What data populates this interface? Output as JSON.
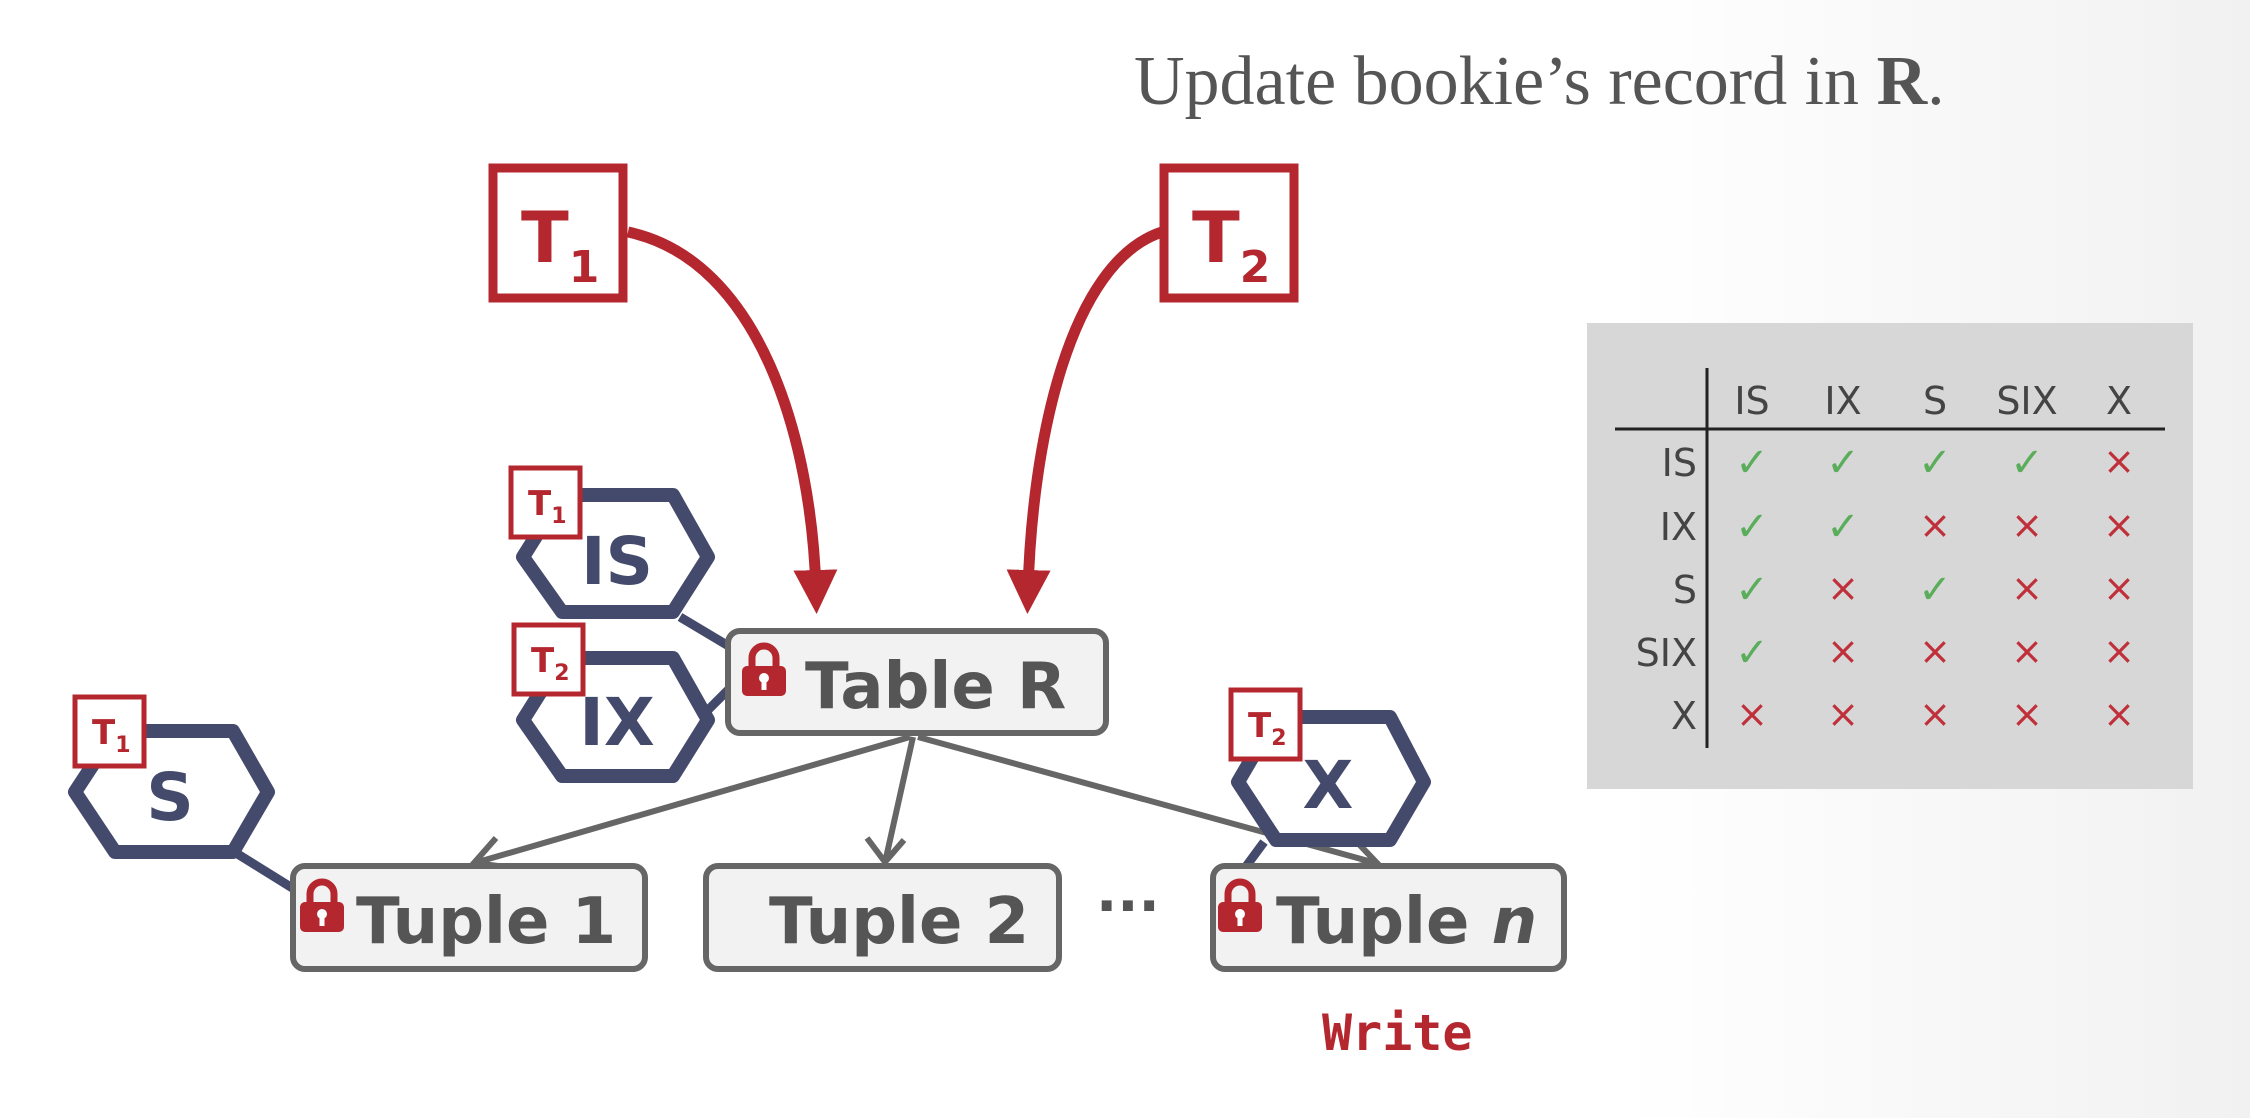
{
  "title": {
    "prefix": "Update bookie’s record in ",
    "relation": "R",
    "suffix": "."
  },
  "colors": {
    "accent_red": "#b5272f",
    "lock_navy": "#444a6b",
    "node_gray": "#666666",
    "node_fill": "#f2f2f2",
    "check_green": "#5aad5a",
    "matrix_bg": "#d7d7d7"
  },
  "transactions": [
    {
      "id": "T1",
      "label": "T",
      "sub": "1"
    },
    {
      "id": "T2",
      "label": "T",
      "sub": "2"
    }
  ],
  "nodes": {
    "table": "Table R",
    "tuple1": "Tuple 1",
    "tuple2": "Tuple 2",
    "ellipsis": "···",
    "tupleN_prefix": "Tuple ",
    "tupleN_var": "n"
  },
  "locks": [
    {
      "mode": "IS",
      "holder": "T",
      "holder_sub": "1",
      "target": "Table R"
    },
    {
      "mode": "IX",
      "holder": "T",
      "holder_sub": "2",
      "target": "Table R"
    },
    {
      "mode": "S",
      "holder": "T",
      "holder_sub": "1",
      "target": "Tuple 1"
    },
    {
      "mode": "X",
      "holder": "T",
      "holder_sub": "2",
      "target": "Tuple n"
    }
  ],
  "operation": "Write",
  "icons": [
    "padlock-icon",
    "checkmark-icon",
    "cross-icon"
  ],
  "compatibility_matrix": {
    "headers": [
      "IS",
      "IX",
      "S",
      "SIX",
      "X"
    ],
    "rows": [
      {
        "mode": "IS",
        "cells": [
          true,
          true,
          true,
          true,
          false
        ]
      },
      {
        "mode": "IX",
        "cells": [
          true,
          true,
          false,
          false,
          false
        ]
      },
      {
        "mode": "S",
        "cells": [
          true,
          false,
          true,
          false,
          false
        ]
      },
      {
        "mode": "SIX",
        "cells": [
          true,
          false,
          false,
          false,
          false
        ]
      },
      {
        "mode": "X",
        "cells": [
          false,
          false,
          false,
          false,
          false
        ]
      }
    ]
  }
}
